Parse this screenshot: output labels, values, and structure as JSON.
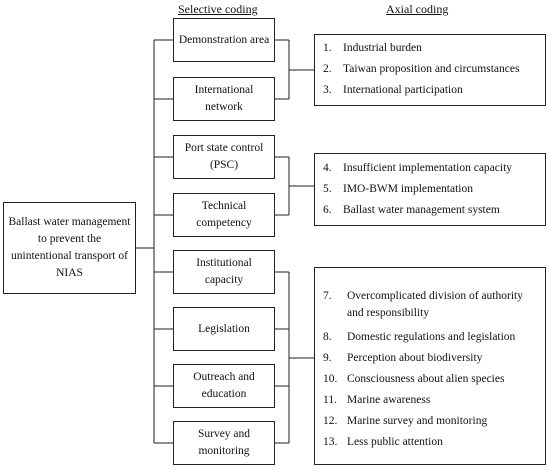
{
  "headers": {
    "selective": "Selective coding",
    "axial": "Axial coding"
  },
  "root": "Ballast water management to prevent the unintentional transport of NIAS",
  "selective": [
    "Demonstration area",
    "International network",
    "Port state control (PSC)",
    "Technical competency",
    "Institutional capacity",
    "Legislation",
    "Outreach and education",
    "Survey and monitoring"
  ],
  "axial_groups": [
    {
      "items": [
        {
          "num": "1.",
          "text": "Industrial burden"
        },
        {
          "num": "2.",
          "text": "Taiwan proposition and circumstances"
        },
        {
          "num": "3.",
          "text": "International participation"
        }
      ]
    },
    {
      "items": [
        {
          "num": "4.",
          "text": "Insufficient implementation capacity"
        },
        {
          "num": "5.",
          "text": "IMO-BWM implementation"
        },
        {
          "num": "6.",
          "text": "Ballast water management system"
        }
      ]
    },
    {
      "items": [
        {
          "num": "7.",
          "text": "Overcomplicated division of authority and responsibility"
        },
        {
          "num": "8.",
          "text": "Domestic regulations and legislation"
        },
        {
          "num": "9.",
          "text": "Perception about biodiversity"
        },
        {
          "num": "10.",
          "text": "Consciousness about alien species"
        },
        {
          "num": "11.",
          "text": "Marine awareness"
        },
        {
          "num": "12.",
          "text": "Marine survey and monitoring"
        },
        {
          "num": "13.",
          "text": "Less public attention"
        }
      ]
    }
  ]
}
